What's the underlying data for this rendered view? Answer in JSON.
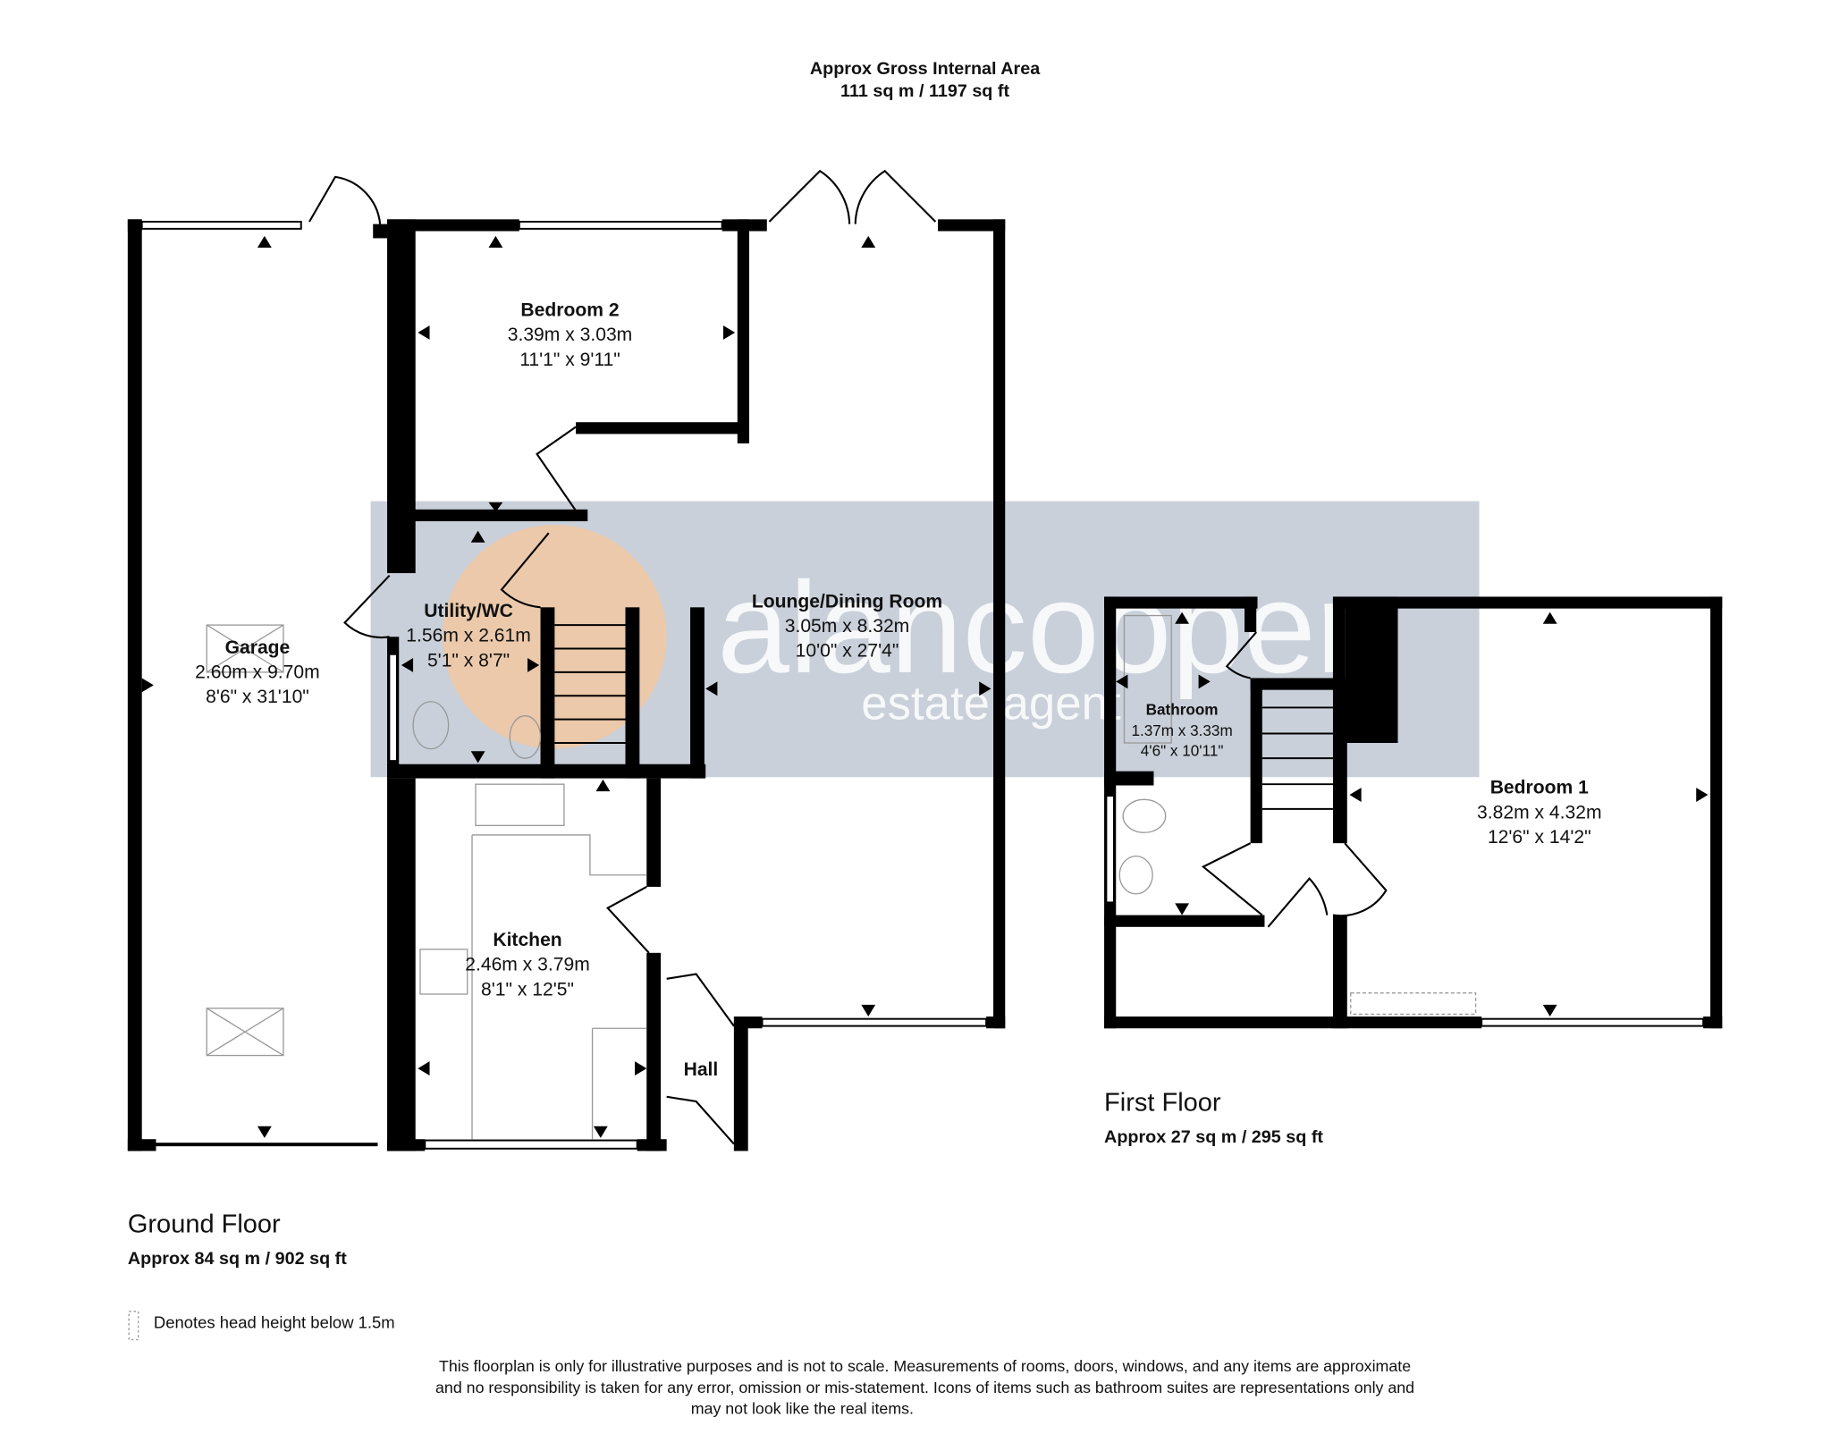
{
  "header": {
    "title": "Approx Gross Internal Area",
    "area": "111 sq m / 1197 sq ft"
  },
  "watermark": {
    "brand": "alancooper",
    "tagline": "estate agent",
    "color": "#c9d0da",
    "accent": "#f5c79a"
  },
  "ground_floor": {
    "label": "Ground Floor",
    "area": "Approx 84 sq m / 902 sq ft",
    "rooms": [
      {
        "name": "Garage",
        "metric": "2.60m x 9.70m",
        "imperial": "8'6\" x 31'10\""
      },
      {
        "name": "Bedroom 2",
        "metric": "3.39m x 3.03m",
        "imperial": "11'1\" x 9'11\""
      },
      {
        "name": "Utility/WC",
        "metric": "1.56m x 2.61m",
        "imperial": "5'1\" x 8'7\""
      },
      {
        "name": "Lounge/Dining Room",
        "metric": "3.05m x 8.32m",
        "imperial": "10'0\" x 27'4\""
      },
      {
        "name": "Kitchen",
        "metric": "2.46m x 3.79m",
        "imperial": "8'1\" x 12'5\""
      },
      {
        "name": "Hall"
      }
    ]
  },
  "first_floor": {
    "label": "First Floor",
    "area": "Approx 27 sq m / 295 sq ft",
    "rooms": [
      {
        "name": "Bathroom",
        "metric": "1.37m x 3.33m",
        "imperial": "4'6\" x 10'11\""
      },
      {
        "name": "Bedroom 1",
        "metric": "3.82m x 4.32m",
        "imperial": "12'6\" x 14'2\""
      }
    ]
  },
  "legend": {
    "head_height": "Denotes head height below 1.5m"
  },
  "disclaimer": [
    "This floorplan is only for illustrative purposes and is not to scale. Measurements of rooms, doors, windows, and any items are approximate",
    "and no responsibility is taken for any error, omission or mis-statement. Icons of items such as bathroom suites are representations only and",
    "may not look like the real items."
  ]
}
